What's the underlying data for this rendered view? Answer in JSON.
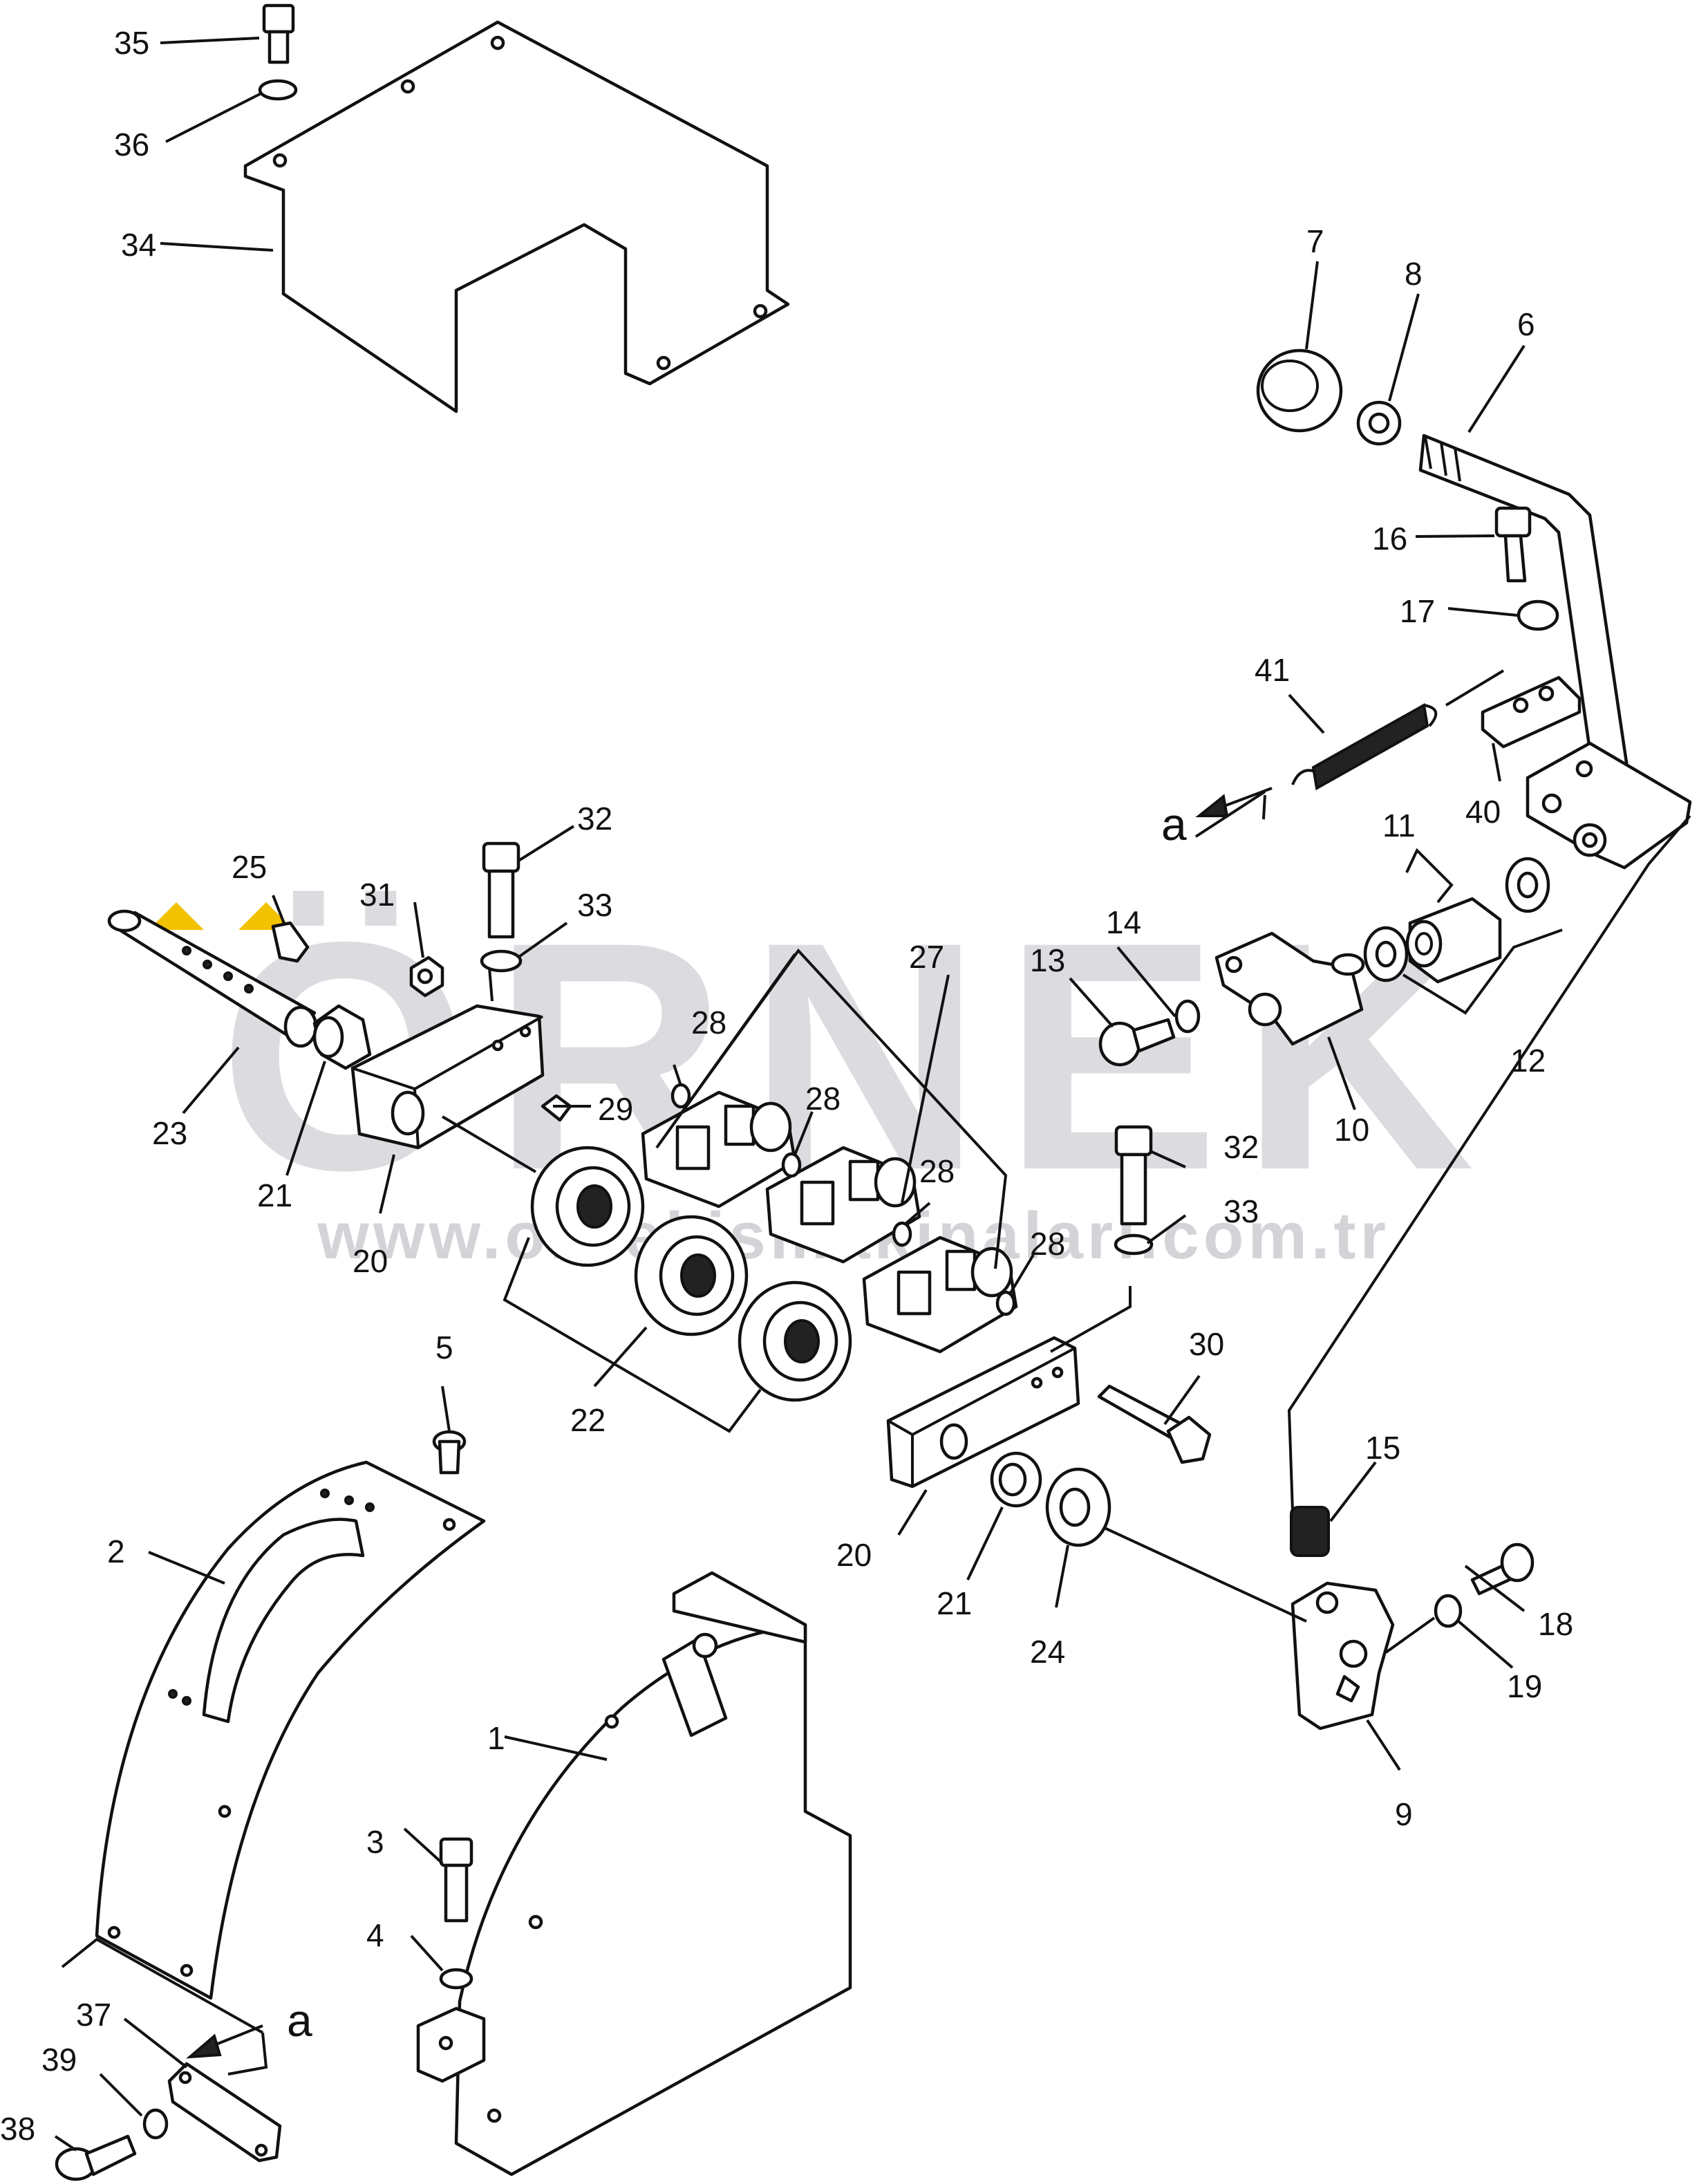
{
  "watermark": {
    "brand": "ÖRNEK",
    "url": "www.ornekismakinalari.com.tr",
    "accent_color": "#f2c200"
  },
  "callouts": [
    {
      "id": "1",
      "text": "1"
    },
    {
      "id": "2",
      "text": "2"
    },
    {
      "id": "3",
      "text": "3"
    },
    {
      "id": "4",
      "text": "4"
    },
    {
      "id": "5",
      "text": "5"
    },
    {
      "id": "6",
      "text": "6"
    },
    {
      "id": "7",
      "text": "7"
    },
    {
      "id": "8",
      "text": "8"
    },
    {
      "id": "9",
      "text": "9"
    },
    {
      "id": "10",
      "text": "10"
    },
    {
      "id": "11",
      "text": "11"
    },
    {
      "id": "12",
      "text": "12"
    },
    {
      "id": "13",
      "text": "13"
    },
    {
      "id": "14",
      "text": "14"
    },
    {
      "id": "15",
      "text": "15"
    },
    {
      "id": "16",
      "text": "16"
    },
    {
      "id": "17",
      "text": "17"
    },
    {
      "id": "18",
      "text": "18"
    },
    {
      "id": "19",
      "text": "19"
    },
    {
      "id": "20a",
      "text": "20"
    },
    {
      "id": "20b",
      "text": "20"
    },
    {
      "id": "21a",
      "text": "21"
    },
    {
      "id": "21b",
      "text": "21"
    },
    {
      "id": "22",
      "text": "22"
    },
    {
      "id": "23",
      "text": "23"
    },
    {
      "id": "24",
      "text": "24"
    },
    {
      "id": "25",
      "text": "25"
    },
    {
      "id": "27",
      "text": "27"
    },
    {
      "id": "28a",
      "text": "28"
    },
    {
      "id": "28b",
      "text": "28"
    },
    {
      "id": "28c",
      "text": "28"
    },
    {
      "id": "28d",
      "text": "28"
    },
    {
      "id": "29",
      "text": "29"
    },
    {
      "id": "30",
      "text": "30"
    },
    {
      "id": "31",
      "text": "31"
    },
    {
      "id": "32a",
      "text": "32"
    },
    {
      "id": "32b",
      "text": "32"
    },
    {
      "id": "33a",
      "text": "33"
    },
    {
      "id": "33b",
      "text": "33"
    },
    {
      "id": "34",
      "text": "34"
    },
    {
      "id": "35",
      "text": "35"
    },
    {
      "id": "36",
      "text": "36"
    },
    {
      "id": "37",
      "text": "37"
    },
    {
      "id": "38",
      "text": "38"
    },
    {
      "id": "39",
      "text": "39"
    },
    {
      "id": "40",
      "text": "40"
    },
    {
      "id": "41",
      "text": "41"
    },
    {
      "id": "a1",
      "text": "a"
    },
    {
      "id": "a2",
      "text": "a"
    }
  ]
}
